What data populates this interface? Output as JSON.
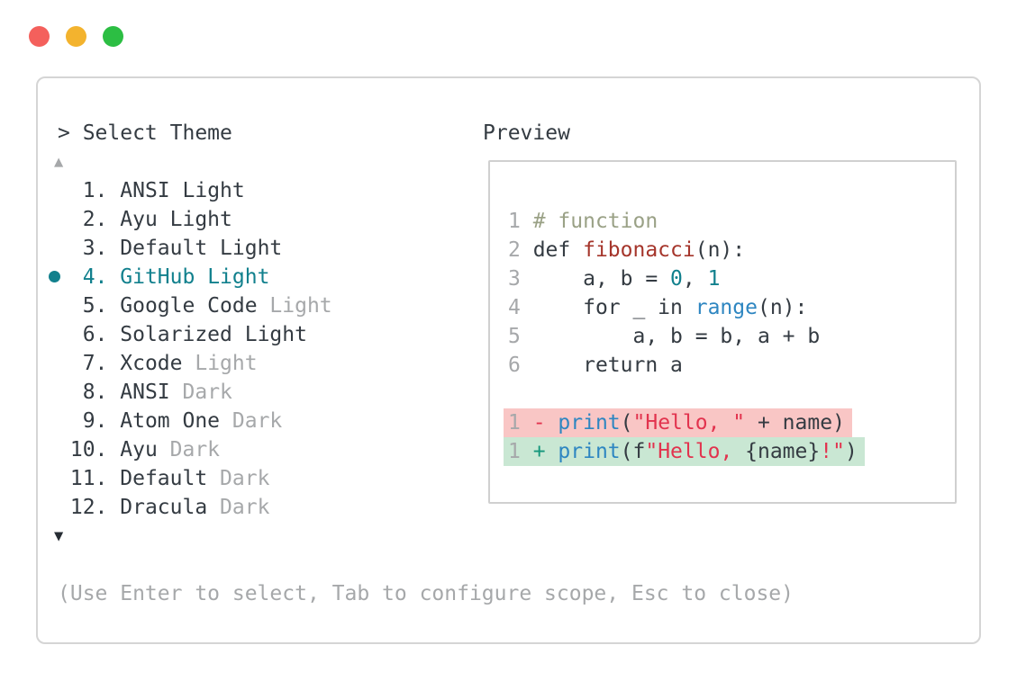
{
  "palette": {
    "text": "#343b42",
    "muted": "#a6a8aa",
    "accent_teal": "#11808d",
    "comment": "#9aa186",
    "function_name": "#a5352b",
    "number_literal": "#11808d",
    "builtin": "#2e86c1",
    "string": "#e2334e",
    "diff_added": "#14967b",
    "diff_removed": "#e2334e",
    "removed_bg": "#f9c6c5",
    "added_bg": "#c9e7d3",
    "border": "#d5d5d5",
    "scroll_down": "#272d34"
  },
  "window": {
    "traffic_lights": [
      {
        "name": "close",
        "color": "#f4605c"
      },
      {
        "name": "minimize",
        "color": "#f3b32e"
      },
      {
        "name": "zoom",
        "color": "#2cbe43"
      }
    ]
  },
  "theme_picker": {
    "title": "> Select Theme",
    "scroll_up": "▲",
    "scroll_down": "▼",
    "items": [
      {
        "number": "1",
        "name": "ANSI",
        "variant": "Light",
        "variant_muted": false,
        "selected": false
      },
      {
        "number": "2",
        "name": "Ayu",
        "variant": "Light",
        "variant_muted": false,
        "selected": false
      },
      {
        "number": "3",
        "name": "Default",
        "variant": "Light",
        "variant_muted": false,
        "selected": false
      },
      {
        "number": "4",
        "name": "GitHub",
        "variant": "Light",
        "variant_muted": false,
        "selected": true
      },
      {
        "number": "5",
        "name": "Google Code",
        "variant": "Light",
        "variant_muted": true,
        "selected": false
      },
      {
        "number": "6",
        "name": "Solarized",
        "variant": "Light",
        "variant_muted": false,
        "selected": false
      },
      {
        "number": "7",
        "name": "Xcode",
        "variant": "Light",
        "variant_muted": true,
        "selected": false
      },
      {
        "number": "8",
        "name": "ANSI",
        "variant": "Dark",
        "variant_muted": true,
        "selected": false
      },
      {
        "number": "9",
        "name": "Atom One",
        "variant": "Dark",
        "variant_muted": true,
        "selected": false
      },
      {
        "number": "10",
        "name": "Ayu",
        "variant": "Dark",
        "variant_muted": true,
        "selected": false
      },
      {
        "number": "11",
        "name": "Default",
        "variant": "Dark",
        "variant_muted": true,
        "selected": false
      },
      {
        "number": "12",
        "name": "Dracula",
        "variant": "Dark",
        "variant_muted": true,
        "selected": false
      }
    ],
    "hint": "(Use Enter to select, Tab to configure scope, Esc to close)"
  },
  "preview": {
    "title": "Preview",
    "code_lines": [
      {
        "num": "1",
        "tokens": [
          [
            "# function",
            "comment"
          ]
        ]
      },
      {
        "num": "2",
        "tokens": [
          [
            "def ",
            "text"
          ],
          [
            "fibonacci",
            "func"
          ],
          [
            "(n):",
            "text"
          ]
        ]
      },
      {
        "num": "3",
        "tokens": [
          [
            "    a, b = ",
            "text"
          ],
          [
            "0",
            "num"
          ],
          [
            ", ",
            "text"
          ],
          [
            "1",
            "num"
          ]
        ]
      },
      {
        "num": "4",
        "tokens": [
          [
            "    for _ in ",
            "text"
          ],
          [
            "range",
            "builtin"
          ],
          [
            "(n):",
            "text"
          ]
        ]
      },
      {
        "num": "5",
        "tokens": [
          [
            "        a, b = b, a + b",
            "text"
          ]
        ]
      },
      {
        "num": "6",
        "tokens": [
          [
            "    return a",
            "text"
          ]
        ]
      },
      {
        "num": "",
        "tokens": []
      },
      {
        "num": "1",
        "diff": "removed",
        "tokens": [
          [
            "- ",
            "removed"
          ],
          [
            "print",
            "builtin"
          ],
          [
            "(",
            "text"
          ],
          [
            "\"Hello, \"",
            "string"
          ],
          [
            " + name)",
            "text"
          ]
        ]
      },
      {
        "num": "1",
        "diff": "added",
        "tokens": [
          [
            "+ ",
            "added"
          ],
          [
            "print",
            "builtin"
          ],
          [
            "(f",
            "text"
          ],
          [
            "\"Hello, ",
            "string"
          ],
          [
            "{name}",
            "text"
          ],
          [
            "!\"",
            "string"
          ],
          [
            ")",
            "text"
          ]
        ]
      }
    ]
  }
}
